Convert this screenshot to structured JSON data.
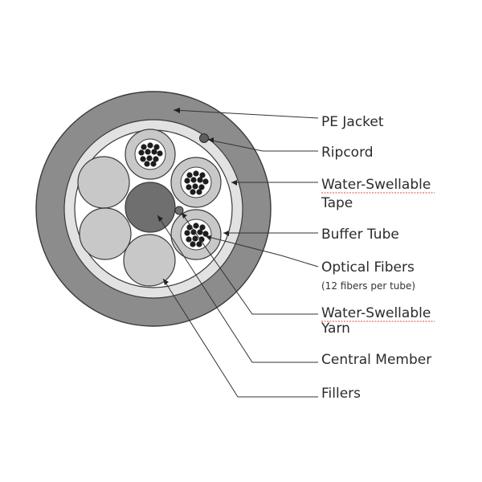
{
  "labels": {
    "pe_jacket": "PE Jacket",
    "ripcord": "Ripcord",
    "water_swellable_tape_line1": "Water-Swellable",
    "water_swellable_tape_line2": "Tape",
    "buffer_tube": "Buffer Tube",
    "optical_fibers": "Optical Fibers",
    "optical_fibers_note": "(12 fibers per tube)",
    "water_swellable_yarn_line1": "Water-Swellable",
    "water_swellable_yarn_line2": "Yarn",
    "central_member": "Central Member",
    "fillers": "Fillers"
  },
  "colors": {
    "jacket": "#8c8c8c",
    "tape": "#e2e2e2",
    "core_background": "#ffffff",
    "central_member": "#6f6f6f",
    "buffer_tube": "#c8c8c8",
    "buffer_tube_inner": "#ffffff",
    "filler": "#c8c8c8",
    "fiber": "#1e1e1e",
    "ripcord": "#5f5f5f",
    "outline": "#3a3a3a"
  }
}
